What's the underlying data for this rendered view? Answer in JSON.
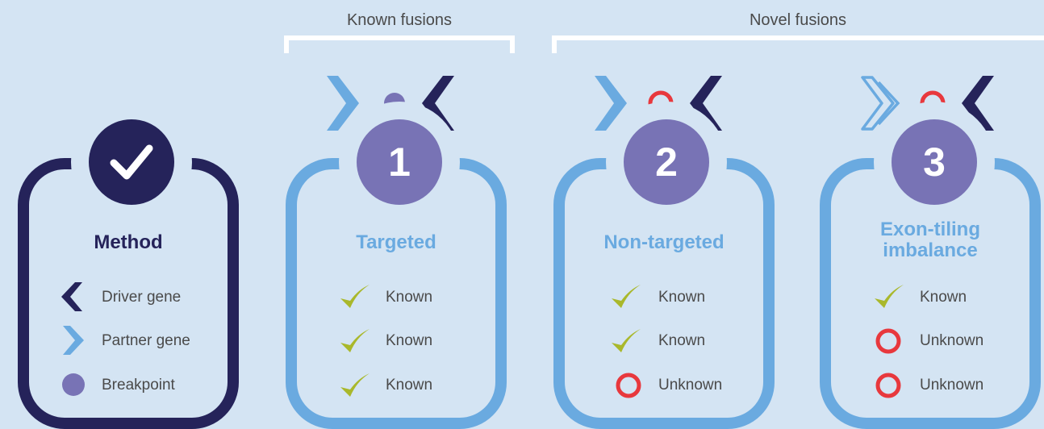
{
  "groups": {
    "known": "Known fusions",
    "novel": "Novel fusions"
  },
  "legend": {
    "title": "Method",
    "items": [
      {
        "icon": "driver-gene-icon",
        "label": "Driver gene"
      },
      {
        "icon": "partner-gene-icon",
        "label": "Partner gene"
      },
      {
        "icon": "breakpoint-icon",
        "label": "Breakpoint"
      }
    ]
  },
  "methods": [
    {
      "number": "1",
      "title": "Targeted",
      "rows": [
        {
          "status": "check",
          "label": "Known"
        },
        {
          "status": "check",
          "label": "Known"
        },
        {
          "status": "check",
          "label": "Known"
        }
      ]
    },
    {
      "number": "2",
      "title": "Non-targeted",
      "rows": [
        {
          "status": "check",
          "label": "Known"
        },
        {
          "status": "check",
          "label": "Known"
        },
        {
          "status": "circle",
          "label": "Unknown"
        }
      ]
    },
    {
      "number": "3",
      "title": "Exon-tiling imbalance",
      "rows": [
        {
          "status": "check",
          "label": "Known"
        },
        {
          "status": "circle",
          "label": "Unknown"
        },
        {
          "status": "circle",
          "label": "Unknown"
        }
      ]
    }
  ],
  "colors": {
    "navy": "#25235a",
    "light_blue": "#6aaae0",
    "purple": "#7873b5",
    "check_green": "#a9b82b",
    "unknown_red": "#e8383d",
    "background": "#d4e4f3"
  }
}
